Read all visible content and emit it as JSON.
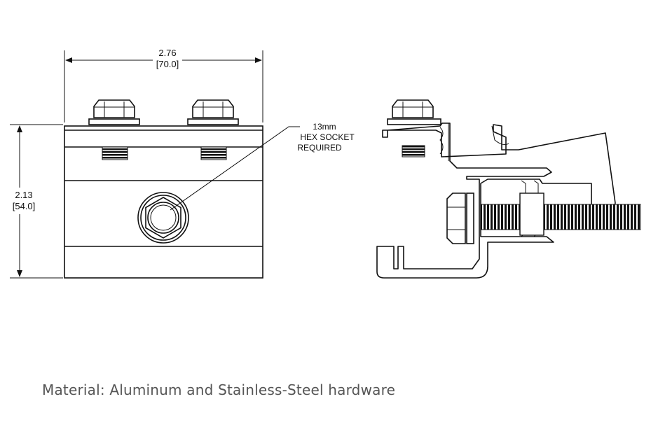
{
  "dimensions": {
    "width_in": "2.76",
    "width_mm": "[70.0]",
    "height_in": "2.13",
    "height_mm": "[54.0]"
  },
  "callout": {
    "line1": "13mm",
    "line2": "HEX SOCKET",
    "line3": "REQUIRED"
  },
  "caption": "Material: Aluminum and Stainless-Steel hardware"
}
